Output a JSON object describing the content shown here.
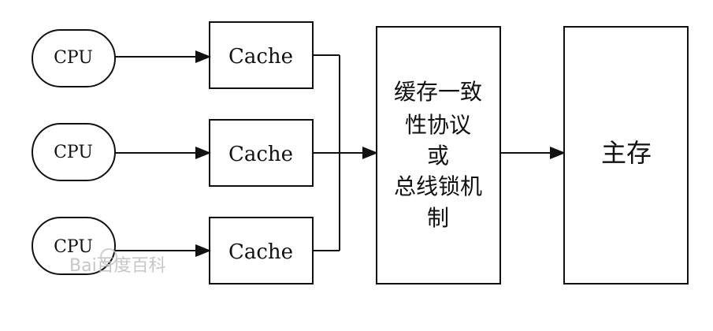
{
  "diagram": {
    "cpus": [
      {
        "label": "CPU"
      },
      {
        "label": "CPU"
      },
      {
        "label": "CPU"
      }
    ],
    "caches": [
      {
        "label": "Cache"
      },
      {
        "label": "Cache"
      },
      {
        "label": "Cache"
      }
    ],
    "protocol": {
      "lines": [
        "缓存一致",
        "性协议",
        "或",
        "总线锁机",
        "制"
      ]
    },
    "memory": {
      "label": "主存"
    },
    "watermark": {
      "text": "Bai百度百科"
    },
    "colors": {
      "stroke": "#111111",
      "background": "#ffffff",
      "watermark": "#bdbdbd"
    }
  }
}
